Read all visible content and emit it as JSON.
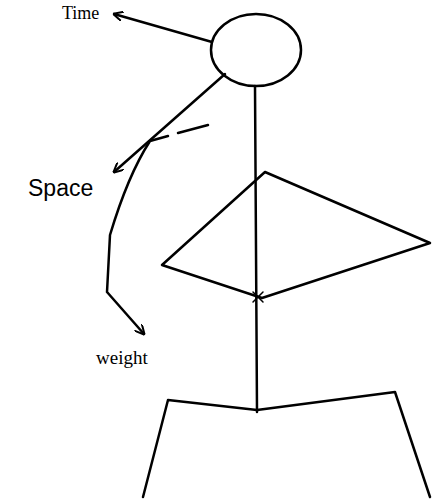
{
  "diagram": {
    "labels": [
      "Time",
      "Space",
      "weight"
    ]
  }
}
